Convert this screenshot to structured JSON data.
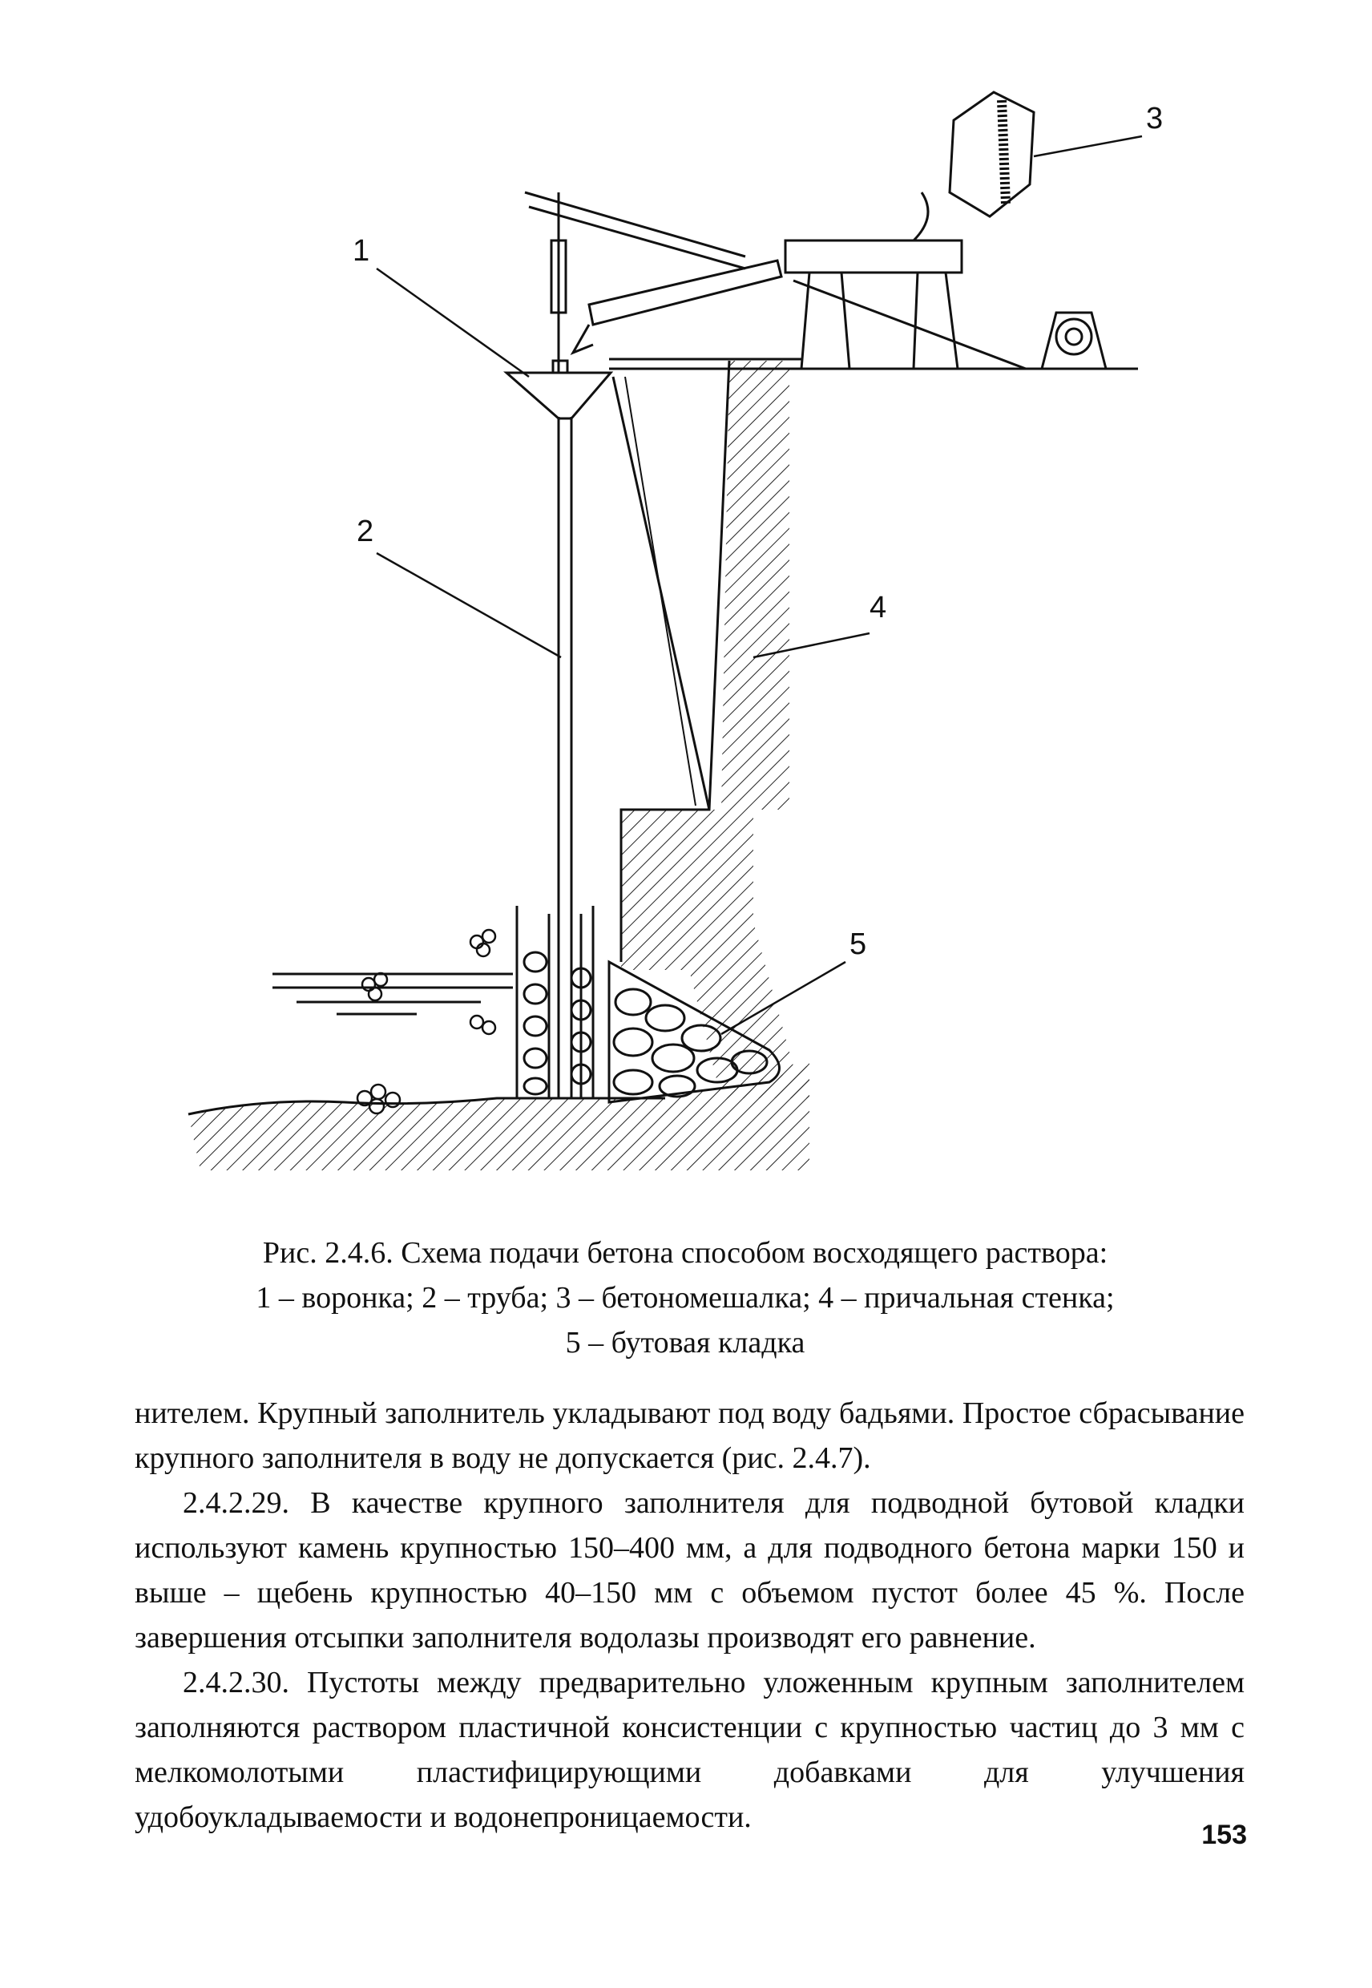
{
  "figure": {
    "callouts": [
      "1",
      "2",
      "3",
      "4",
      "5"
    ]
  },
  "caption": {
    "line1": "Рис. 2.4.6. Схема подачи бетона способом восходящего раствора:",
    "line2": "1 – воронка; 2 – труба; 3 – бетономешалка; 4 – причальная стенка;",
    "line3": "5 – бутовая кладка"
  },
  "body": {
    "p1": "нителем. Крупный заполнитель укладывают под воду бадьями. Простое сбрасывание крупного заполнителя в воду не допускается (рис. 2.4.7).",
    "p2": "2.4.2.29. В качестве крупного заполнителя для подводной бутовой кладки используют камень крупностью 150–400 мм, а для подводного бетона марки 150 и выше – щебень крупностью 40–150 мм с объемом пустот более 45 %. После завершения отсыпки заполнителя водолазы производят его равнение.",
    "p3": "2.4.2.30. Пустоты между предварительно уложенным крупным заполнителем заполняются раствором пластичной консистенции с крупностью частиц до 3 мм с мелкомолотыми пластифицирующими добавками для улучшения удобоукладываемости и водонепроницаемости."
  },
  "page_number": "153"
}
